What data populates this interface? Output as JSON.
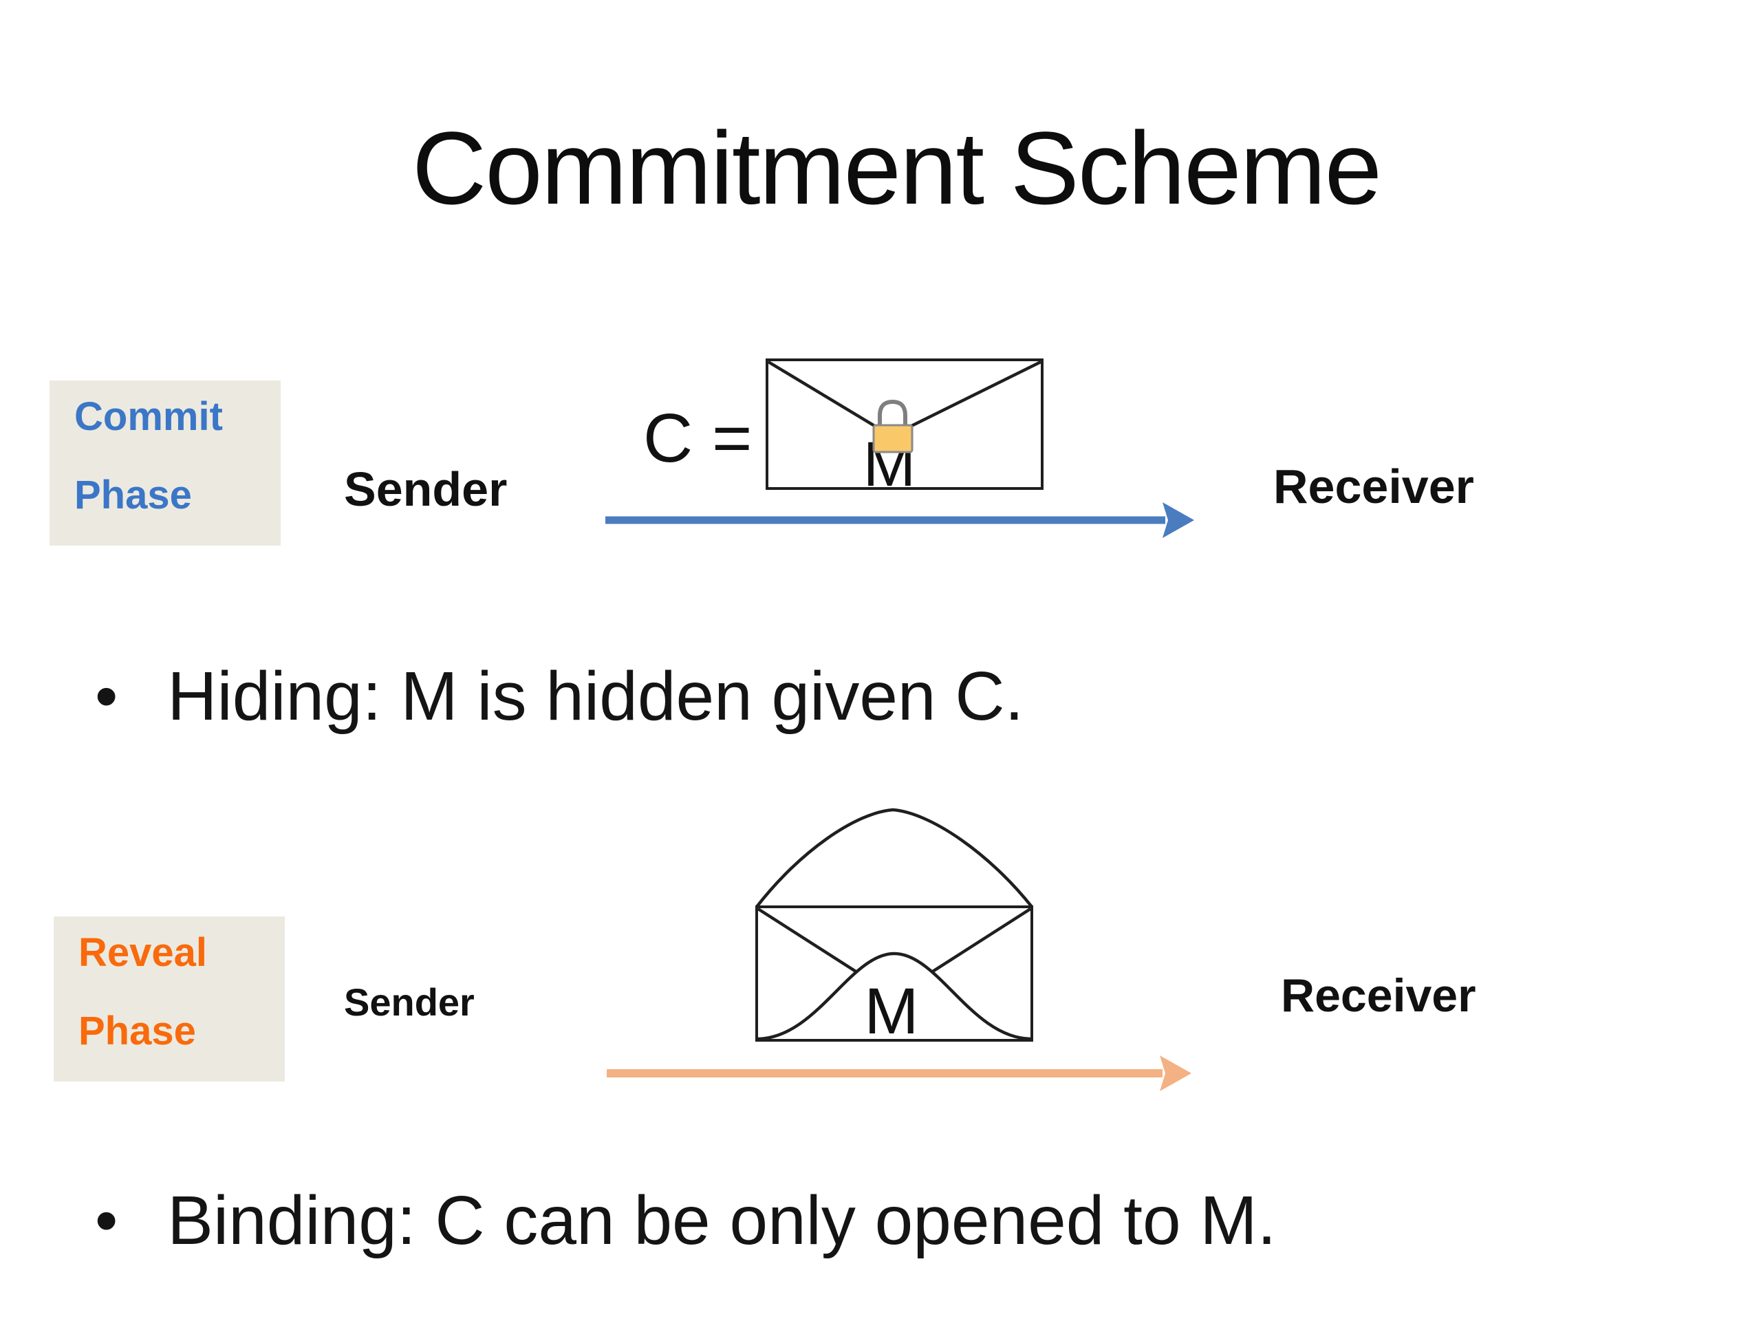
{
  "slide": {
    "title": "Commitment Scheme",
    "commit": {
      "phase_label_line1": "Commit",
      "phase_label_line2": "Phase",
      "sender": "Sender",
      "formula": "C =",
      "message": "M",
      "receiver": "Receiver"
    },
    "reveal": {
      "phase_label_line1": "Reveal",
      "phase_label_line2": "Phase",
      "sender": "Sender",
      "message": "M",
      "receiver": "Receiver"
    },
    "bullets": [
      {
        "marker": "•",
        "text": "Hiding: M is hidden given C."
      },
      {
        "marker": "•",
        "text": "Binding: C can be only opened to M."
      }
    ],
    "colors": {
      "commit_label": "#3B76C7",
      "reveal_label": "#F96A0D",
      "label_box_bg": "#ECEAE0",
      "commit_arrow": "#4A7CBF",
      "reveal_arrow": "#F4B183",
      "lock_body": "#F9C868",
      "lock_outline": "#7f7f7f",
      "envelope_stroke": "#1f1f1f",
      "shadow": "#bdbdbd"
    }
  }
}
